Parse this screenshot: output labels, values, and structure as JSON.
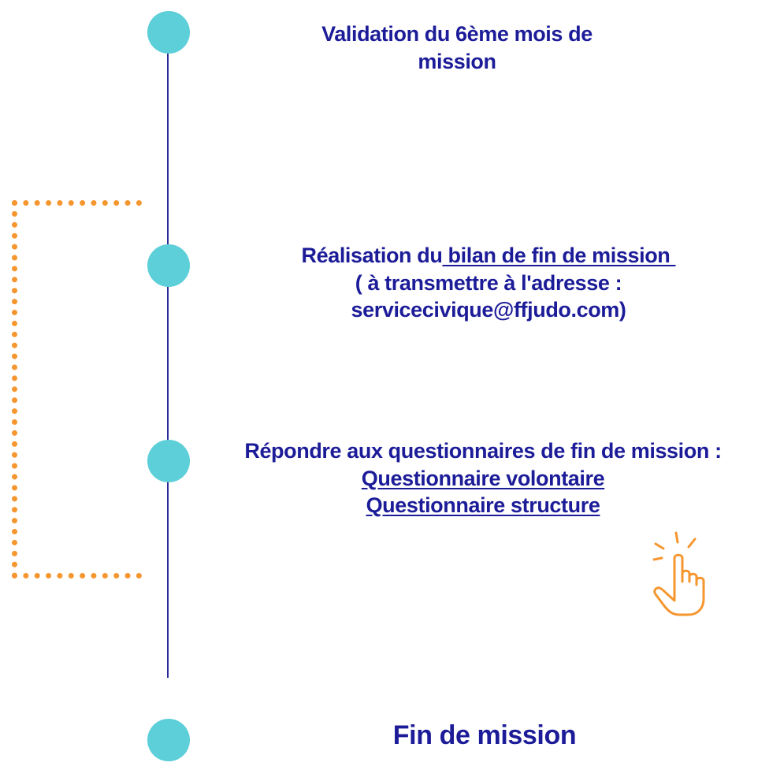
{
  "colors": {
    "timeline_line": "#2a2a9a",
    "node_fill": "#5ccfd8",
    "bracket": "#f5962f",
    "text": "#1c1c99",
    "hand_icon": "#f5962f"
  },
  "steps": [
    {
      "line1": "Validation du 6ème mois de",
      "line2": "mission"
    },
    {
      "prefix": "Réalisation du",
      "link": " bilan de fin de mission ",
      "line2": "( à transmettre à l'adresse :",
      "line3": "servicecivique@ffjudo.com)"
    },
    {
      "line1": "Répondre aux questionnaires de fin de mission :",
      "link1": "Questionnaire volontaire",
      "link2": "Questionnaire structure"
    },
    {
      "line1": "Fin de mission"
    }
  ],
  "icons": {
    "hand": "pointing-hand-click-icon"
  }
}
